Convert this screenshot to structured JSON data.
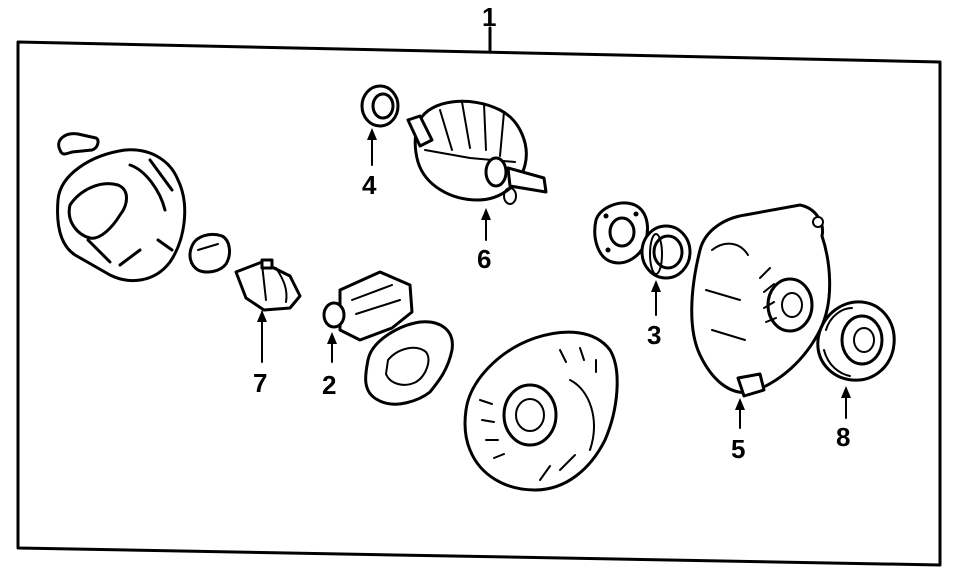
{
  "diagram": {
    "callouts": {
      "c1": "1",
      "c2": "2",
      "c3": "3",
      "c4": "4",
      "c5": "5",
      "c6": "6",
      "c7": "7",
      "c8": "8"
    },
    "colors": {
      "ink": "#000000",
      "paper": "#ffffff"
    }
  }
}
